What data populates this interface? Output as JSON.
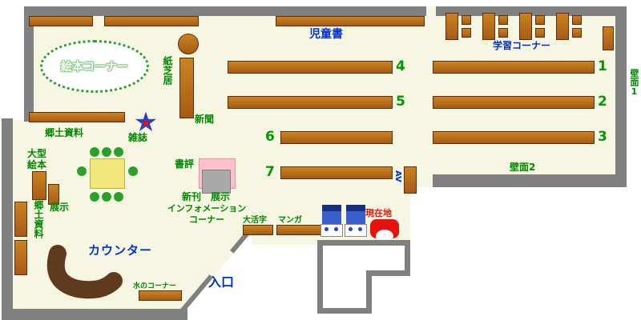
{
  "colors": {
    "floor": "#f6f6e3",
    "wall": "#808080",
    "shelf": "#b5651d",
    "label_green": "#008800",
    "label_blue": "#0033cc",
    "label_red": "#e8120c",
    "counter_brown": "#5f3a1e",
    "table_yellow": "#f0e87c",
    "chair_green": "#2ba02b",
    "display_pink": "#ffc0cb",
    "display_gray": "#a9a9a9"
  },
  "icons": {
    "star": "★"
  },
  "labels": {
    "picture_book_corner": "絵本コーナー",
    "kamishibai": "紙芝居",
    "newspaper": "新聞",
    "local_materials_top": "郷土資料",
    "magazines": "雑誌",
    "childrens_books": "児童書",
    "study_corner": "学習コーナー",
    "wall_1": "壁面1",
    "wall_2": "壁面2",
    "large_picture_books": "大型絵本",
    "exhibit_left": "展示",
    "local_materials_left": "郷土資料",
    "book_reviews": "書評",
    "new_books": "新刊",
    "exhibit_center": "展示",
    "information_line1": "インフォメーション",
    "information_line2": "コーナー",
    "counter": "カウンター",
    "water_corner": "水のコーナー",
    "entrance": "入口",
    "large_print": "大活字",
    "manga": "マンガ",
    "current_location": "現在地",
    "av": "AV"
  },
  "shelf_numbers": {
    "s1": "1",
    "s2": "2",
    "s3": "3",
    "s4": "4",
    "s5": "5",
    "s6": "6",
    "s7": "7"
  }
}
